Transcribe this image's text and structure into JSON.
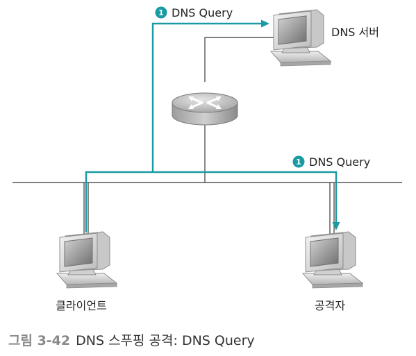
{
  "diagram": {
    "query_label": "DNS Query",
    "badge_number": "1",
    "nodes": {
      "dns_server": "DNS 서버",
      "client": "클라이언트",
      "attacker": "공격자"
    }
  },
  "caption": {
    "figure_number": "그림 3-42",
    "title": "DNS 스푸핑 공격: DNS Query"
  },
  "colors": {
    "query_path": "#1a9aa3",
    "network_line": "#555555",
    "badge": "#1a9aa3"
  }
}
